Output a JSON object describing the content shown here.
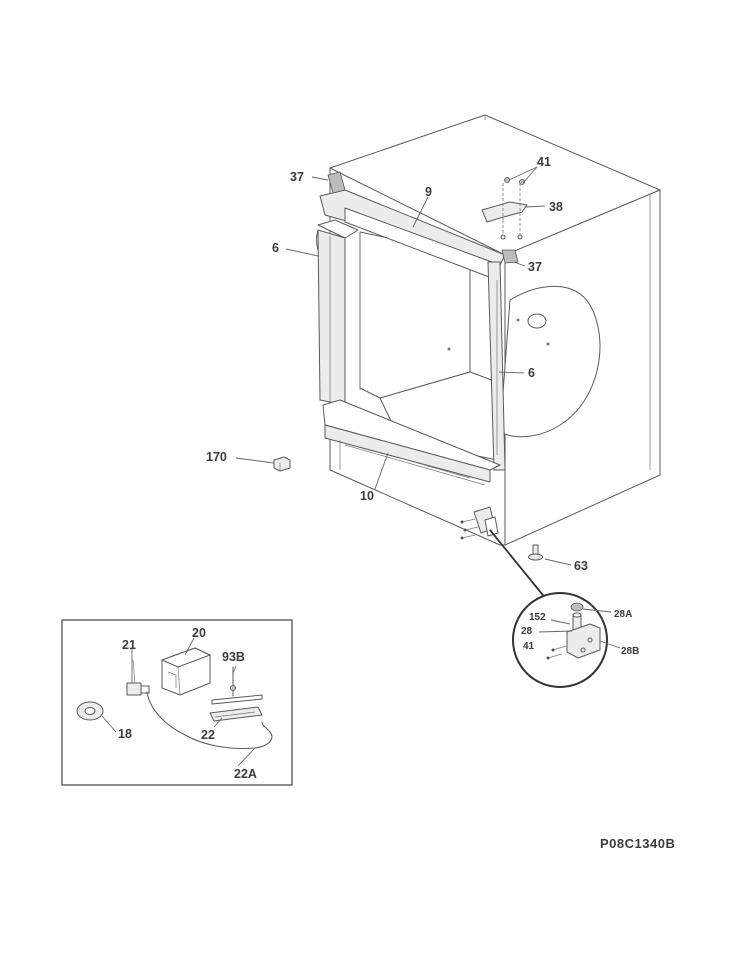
{
  "drawing_id": "P08C1340B",
  "labels": {
    "l37a": "37",
    "l9": "9",
    "l41a": "41",
    "l38": "38",
    "l6a": "6",
    "l37b": "37",
    "l6b": "6",
    "l170": "170",
    "l10": "10",
    "l63": "63",
    "l152": "152",
    "l28a": "28A",
    "l28": "28",
    "l41b": "41",
    "l28b": "28B",
    "l21": "21",
    "l20": "20",
    "l93b": "93B",
    "l18": "18",
    "l22": "22",
    "l22a": "22A"
  }
}
